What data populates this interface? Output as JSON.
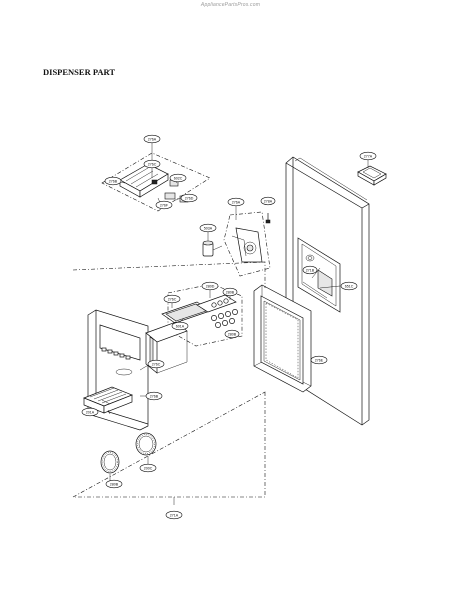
{
  "watermark": "AppliancePartsPros.com",
  "title": "DISPENSER PART",
  "parts": [
    {
      "id": "p1",
      "label": "276A"
    },
    {
      "id": "p2",
      "label": "276C"
    },
    {
      "id": "p3",
      "label": "276B"
    },
    {
      "id": "p4",
      "label": "602C"
    },
    {
      "id": "p5",
      "label": "276D"
    },
    {
      "id": "p6",
      "label": "276F"
    },
    {
      "id": "p7",
      "label": "277A"
    },
    {
      "id": "p8",
      "label": "278A"
    },
    {
      "id": "p9",
      "label": "276A"
    },
    {
      "id": "p10",
      "label": "503A"
    },
    {
      "id": "p11",
      "label": "271B"
    },
    {
      "id": "p12",
      "label": "651C"
    },
    {
      "id": "p13",
      "label": "276C"
    },
    {
      "id": "p14",
      "label": "280D"
    },
    {
      "id": "p15",
      "label": "280B"
    },
    {
      "id": "p16",
      "label": "601A"
    },
    {
      "id": "p17",
      "label": "280B"
    },
    {
      "id": "p18",
      "label": "276E"
    },
    {
      "id": "p19",
      "label": "276C"
    },
    {
      "id": "p20",
      "label": "276B"
    },
    {
      "id": "p21",
      "label": "201A"
    },
    {
      "id": "p22",
      "label": "200C"
    },
    {
      "id": "p23",
      "label": "280B"
    },
    {
      "id": "p24",
      "label": "271A"
    }
  ]
}
